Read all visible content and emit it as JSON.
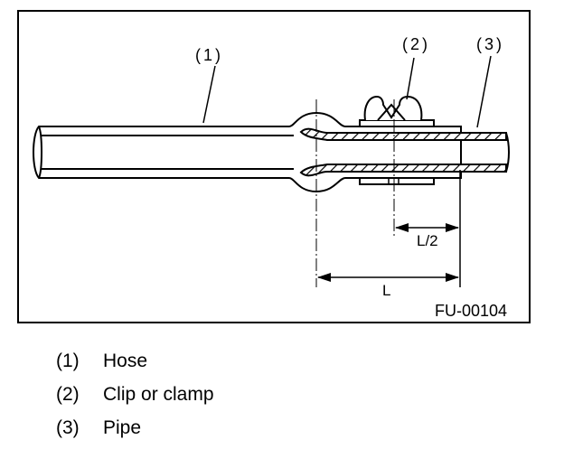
{
  "figure": {
    "code": "FU-00104",
    "callouts": {
      "hose": "(1)",
      "clip": "(2)",
      "pipe": "(3)"
    },
    "dimensions": {
      "half": "L/2",
      "full": "L"
    }
  },
  "legend": [
    {
      "num": "(1)",
      "label": "Hose"
    },
    {
      "num": "(2)",
      "label": "Clip or clamp"
    },
    {
      "num": "(3)",
      "label": "Pipe"
    }
  ]
}
